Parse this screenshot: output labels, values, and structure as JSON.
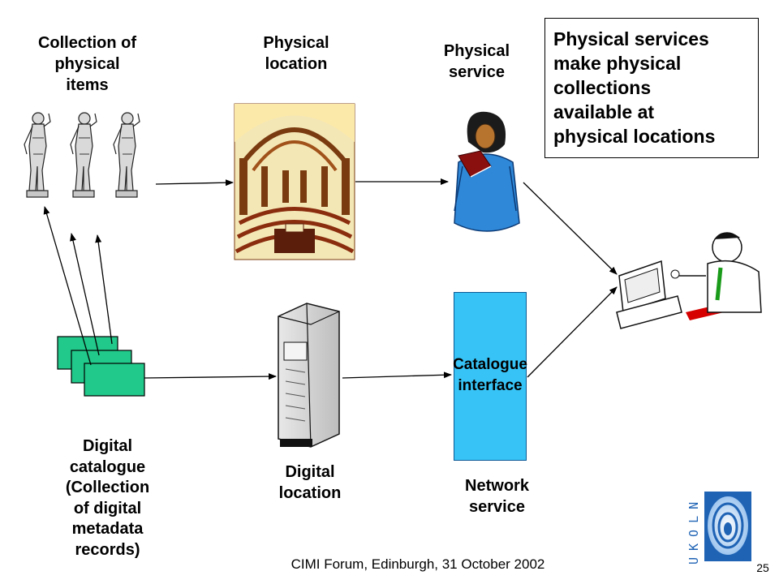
{
  "slide": {
    "labels": {
      "collection": "Collection of\nphysical\nitems",
      "physical_location": "Physical\nlocation",
      "physical_service": "Physical\nservice",
      "digital_catalogue": "Digital\ncatalogue\n(Collection\nof digital\nmetadata\nrecords)",
      "digital_location": "Digital\nlocation",
      "network_service": "Network\nservice",
      "catalogue_interface": "Catalogue\ninterface"
    },
    "note": "Physical services\nmake physical\ncollections\navailable at\nphysical locations",
    "footer": "CIMI Forum, Edinburgh, 31 October 2002",
    "page_number": "25",
    "logo_text": "UKOLN"
  },
  "colors": {
    "catalogue_interface_fill": "#37c3f5",
    "record_card_fill": "#21c98a",
    "logo_blue": "#1f63b5"
  },
  "icons": [
    "statue-icon",
    "library-reading-room-icon",
    "librarian-reading-icon",
    "server-tower-icon",
    "user-at-computer-icon",
    "metadata-record-card-icon",
    "ukoln-logo-icon"
  ]
}
